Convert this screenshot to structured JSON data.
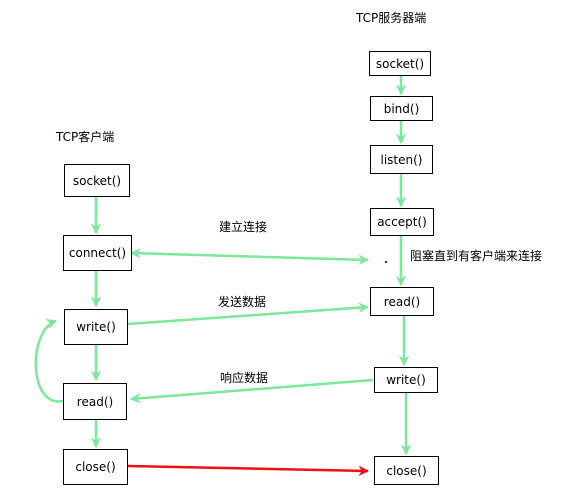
{
  "client": {
    "title": "TCP客户端",
    "nodes": {
      "socket": "socket()",
      "connect": "connect()",
      "write": "write()",
      "read": "read()",
      "close": "close()"
    }
  },
  "server": {
    "title": "TCP服务器端",
    "nodes": {
      "socket": "socket()",
      "bind": "bind()",
      "listen": "listen()",
      "accept": "accept()",
      "read": "read()",
      "write": "write()",
      "close": "close()"
    }
  },
  "edges": {
    "connect_label": "建立连接",
    "send_label": "发送数据",
    "respond_label": "响应数据",
    "block_label": "阻塞直到有客户端来连接"
  },
  "colors": {
    "flow": "#7ce89a",
    "close": "#ee1111",
    "border": "#000000"
  }
}
